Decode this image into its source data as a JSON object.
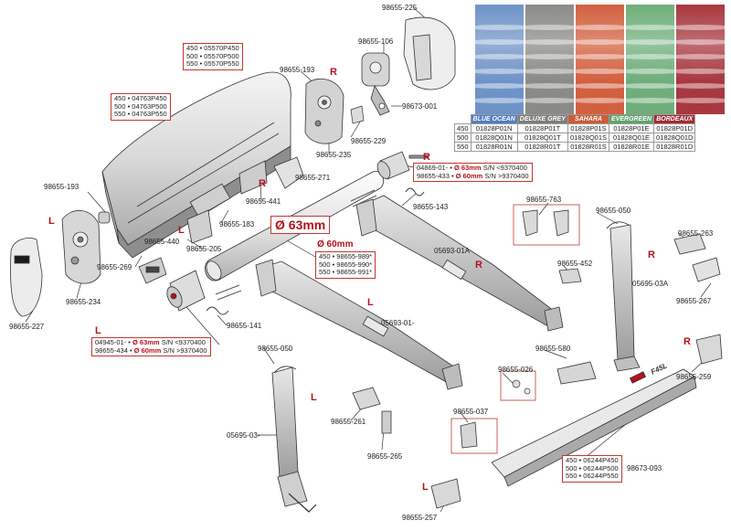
{
  "labels": {
    "p98655_225": "98655-225",
    "p98655_106": "98655-106",
    "p98673_001": "98673-001",
    "p98655_193_top": "98655-193",
    "p98655_235": "98655-235",
    "p98655_229": "98655-229",
    "p98655_271": "98655-271",
    "p98655_441": "98655-441",
    "p98655_183": "98655-183",
    "p98655_193_left": "98655-193",
    "p98655_440": "98655-440",
    "p98655_205": "98655-205",
    "p98655_269": "98655-269",
    "p98655_234": "98655-234",
    "p98655_227": "98655-227",
    "p98655_141": "98655-141",
    "p98655_143": "98655-143",
    "p98655_763": "98655-763",
    "p98655_050_right": "98655-050",
    "p98655_263": "98655-263",
    "p05693_01A": "05693-01A",
    "p98655_452": "98655-452",
    "p05695_03A": "05695-03A",
    "p98655_267": "98655-267",
    "p05693_01": "05693-01-",
    "p98655_580": "98655-580",
    "p98655_259": "98655-259",
    "p98655_050_left": "98655-050",
    "p98655_026": "98655-026",
    "p98655_261": "98655-261",
    "p98655_037": "98655-037",
    "p98655_265": "98655-265",
    "p05695_03": "05695-03-",
    "p98673_093": "98673-093",
    "p98655_257": "98655-257"
  },
  "side_markers": [
    "R",
    "R",
    "L",
    "R",
    "L",
    "R",
    "R",
    "L",
    "L",
    "L"
  ],
  "boxes": {
    "canopy_top": [
      "450 • 05570P450",
      "500 • 05570P500",
      "550 • 05570P550"
    ],
    "canopy_mid": [
      "450 • 04763P450",
      "500 • 04763P500",
      "550 • 04763P550"
    ],
    "roller_r": {
      "line1_code": "04869-01- •",
      "line1_size": "Ø 63mm",
      "line1_sn": "S/N <9370400",
      "line2_code": "98655-433 •",
      "line2_size": "Ø 60mm",
      "line2_sn": "S/N >9370400"
    },
    "roller_l": {
      "line1_code": "04945-01- •",
      "line1_size": "Ø 63mm",
      "line1_sn": "S/N <9370400",
      "line2_code": "98655-434 •",
      "line2_size": "Ø 60mm",
      "line2_sn": "S/N >9370400"
    },
    "tube_big": "Ø 63mm",
    "tube_small": "Ø 60mm",
    "tube_list": [
      "450 • 98655-989*",
      "500 • 98655-990*",
      "550 • 98655-991*"
    ],
    "front_rail": [
      "450 • 06244P450",
      "500 • 06244P500",
      "550 • 06244P550"
    ]
  },
  "brand_text": "F45L",
  "fabric": {
    "names": [
      "BLUE OCEAN",
      "DELUXE GREY",
      "SAHARA",
      "EVERGREEN",
      "BORDEAUX"
    ],
    "colors": [
      "#6f93c8",
      "#8a8a86",
      "#d2603f",
      "#6fae7a",
      "#a8383f"
    ],
    "header_colors": [
      "#4f7fc4",
      "#7d7d7a",
      "#cf5a37",
      "#5da56a",
      "#a02c34"
    ],
    "rows": [
      {
        "size": "450",
        "codes": [
          "01828P01N",
          "01828P01T",
          "01828P01S",
          "01828P01E",
          "01828P01D"
        ]
      },
      {
        "size": "500",
        "codes": [
          "01828Q01N",
          "01828Q01T",
          "01828Q01S",
          "01828Q01E",
          "01828Q01D"
        ]
      },
      {
        "size": "550",
        "codes": [
          "01828R01N",
          "01828R01T",
          "01828R01S",
          "01828R01E",
          "01828R01D"
        ]
      }
    ]
  }
}
